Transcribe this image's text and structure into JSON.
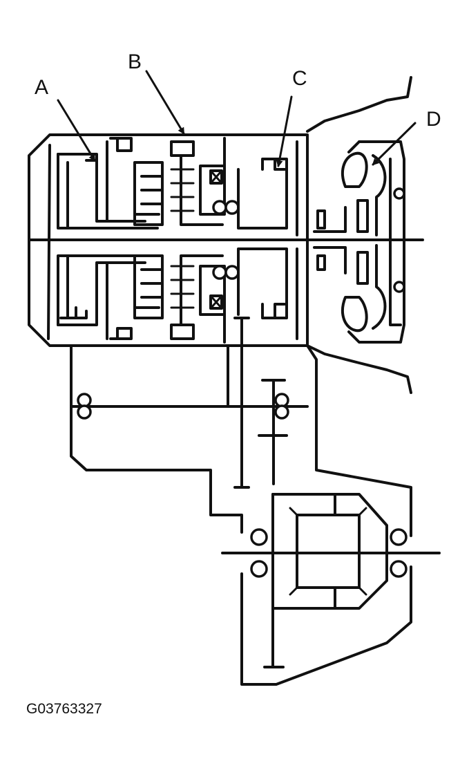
{
  "labels": {
    "a": "A",
    "b": "B",
    "c": "C",
    "d": "D"
  },
  "figure_code": "G03763327",
  "colors": {
    "ink": "#111111",
    "background": "#ffffff"
  }
}
